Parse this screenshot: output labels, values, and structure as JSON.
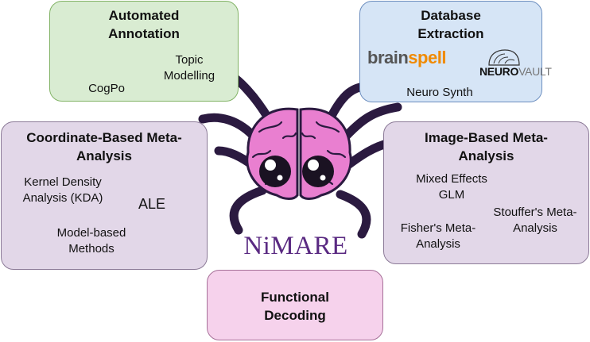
{
  "automated": {
    "title": "Automated Annotation",
    "items": [
      "Topic Modelling",
      "CogPo"
    ]
  },
  "database": {
    "title": "Database Extraction",
    "logos": {
      "brainspell_a": "brain",
      "brainspell_b": "spell",
      "neurovault_a": "NEURO",
      "neurovault_b": "VAULT"
    },
    "items": [
      "Neuro Synth"
    ]
  },
  "coordinate": {
    "title": "Coordinate-Based Meta-Analysis",
    "items": [
      "Kernel Density Analysis (KDA)",
      "ALE",
      "Model-based Methods"
    ]
  },
  "image": {
    "title": "Image-Based Meta-Analysis",
    "items": [
      "Mixed Effects GLM",
      "Stouffer's Meta-Analysis",
      "Fisher's Meta-Analysis"
    ]
  },
  "functional": {
    "title": "Functional Decoding"
  },
  "logo": {
    "text": "NiMARE"
  },
  "colors": {
    "green": "#d9ecd2",
    "blue": "#d6e5f6",
    "purple": "#e2d7e8",
    "pink": "#f6d2ec",
    "spider_legs": "#2b1a40",
    "brain": "#e97fd0",
    "logo_text": "#5a2a82"
  }
}
